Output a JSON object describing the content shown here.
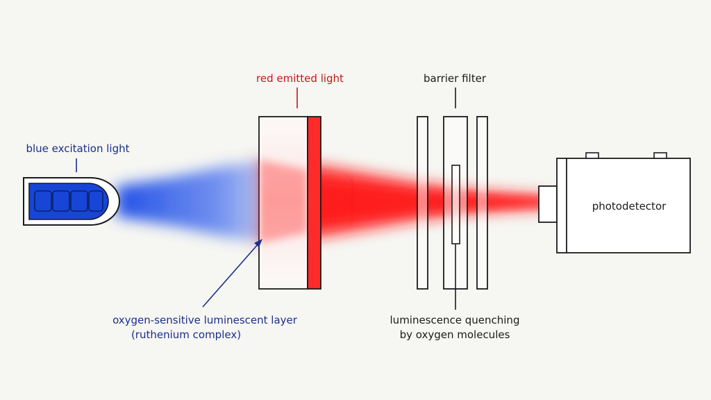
{
  "colors": {
    "background": "#f6f6f2",
    "outline": "#1a1a1a",
    "blue_light": "#1f4fe6",
    "blue_led_fill": "#1746d6",
    "red_light": "#ff1414",
    "red_layer": "#ff2a2a",
    "label_blue": "#1a2e8c",
    "label_red": "#c21818"
  },
  "labels": {
    "blue_excitation": "blue excitation light",
    "red_emitted": "red emitted light",
    "barrier_filter": "barrier filter",
    "photodetector": "photodetector",
    "luminescent_layer_line1": "oxygen-sensitive luminescent layer",
    "luminescent_layer_line2": "(ruthenium complex)",
    "quenching_line1": "luminescence quenching",
    "quenching_line2": "by oxygen molecules"
  },
  "icons": {
    "source": "blue-led-light-source",
    "sensor": "oxygen-sensor-film",
    "filter": "barrier-filter-stack",
    "detector": "photodetector-box",
    "pointer": "arrow-pointer"
  }
}
